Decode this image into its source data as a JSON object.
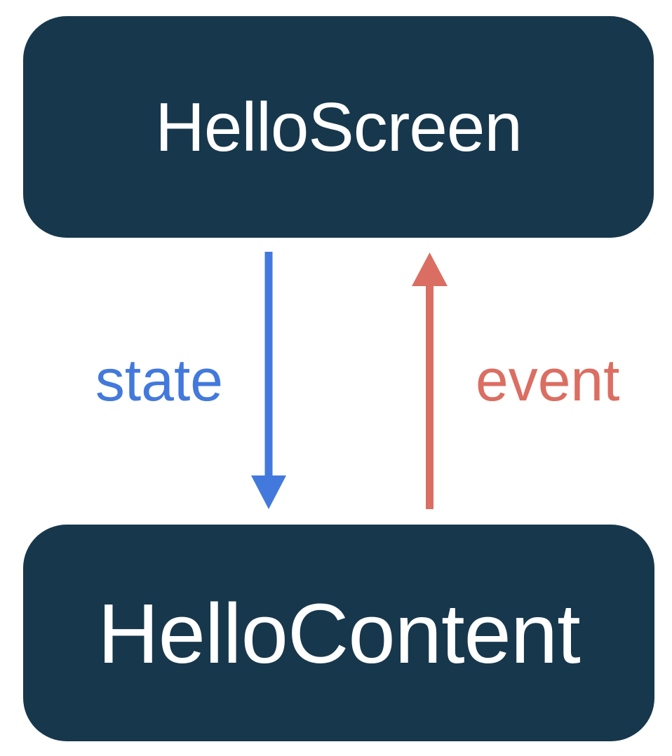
{
  "diagram": {
    "top_box_title": "HelloScreen",
    "bottom_box_title": "HelloContent",
    "state_label": "state",
    "event_label": "event"
  },
  "colors": {
    "box_navy": "#17374C",
    "title_white": "#FFFFFF",
    "state_blue": "#4379DC",
    "event_coral": "#DB6E62",
    "background_white": "#FFFFFF"
  }
}
